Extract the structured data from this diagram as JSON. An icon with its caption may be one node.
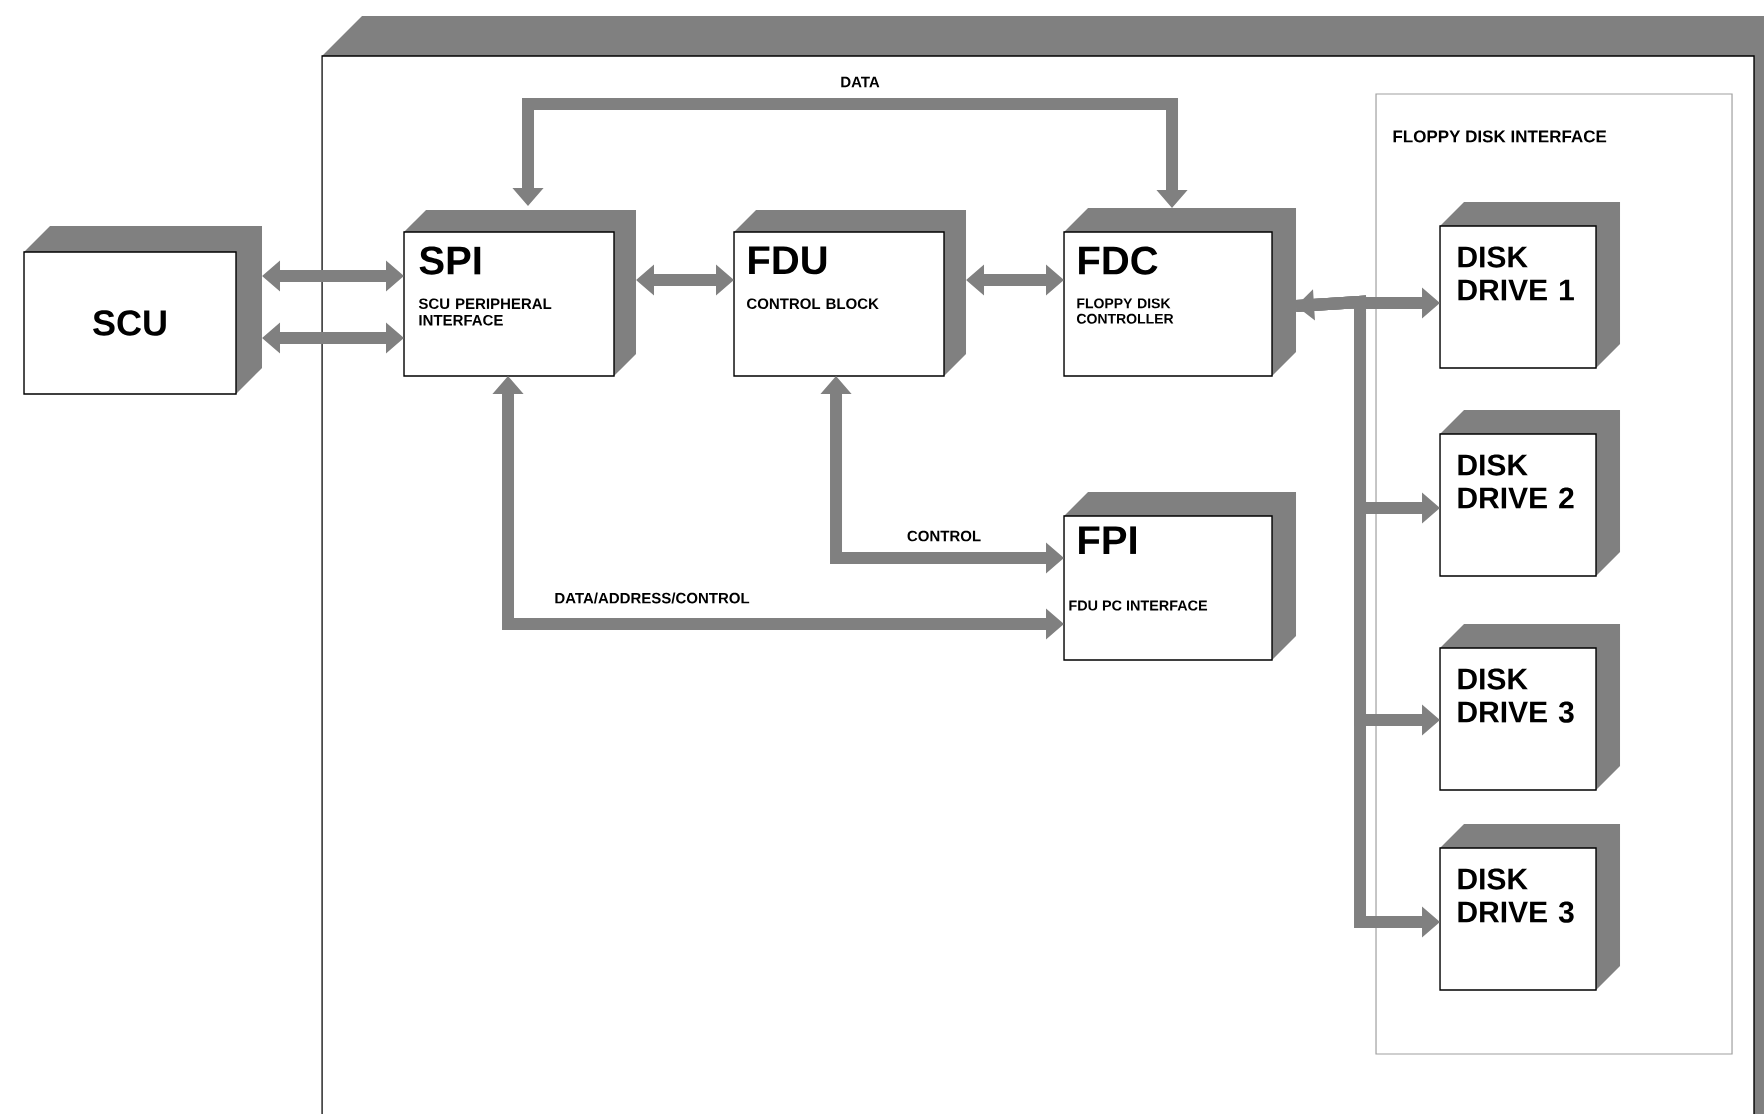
{
  "diagram": {
    "nodes": [
      {
        "text": [
          "SCU"
        ]
      },
      {
        "text": [],
        "shape": "box"
      },
      {
        "text": [
          "SPI",
          "SCU PERIPHERAL INTERFACE"
        ],
        "in": 1
      },
      {
        "text": [
          "FDU",
          "CONTROL BLOCK"
        ],
        "in": 1
      },
      {
        "text": [
          "FDC",
          "FLOPPY DISK CONTROLLER"
        ],
        "in": 1
      },
      {
        "text": [
          "FPI",
          "FDU PC INTERFACE"
        ],
        "in": 1
      },
      {
        "text": [
          "FLOPPY DISK INTERFACE"
        ],
        "in": 1
      },
      {
        "text": [
          "DISK DRIVE 1"
        ],
        "in": 6
      },
      {
        "text": [
          "DISK DRIVE 2"
        ],
        "in": 6
      },
      {
        "text": [
          "DISK DRIVE 3"
        ],
        "in": 6
      },
      {
        "text": [
          "DISK DRIVE 3"
        ],
        "in": 6
      }
    ],
    "edges": [
      {
        "from": 0,
        "to": 2,
        "arrow": "both"
      },
      {
        "from": 0,
        "to": 2,
        "arrow": "both"
      },
      {
        "from": 2,
        "to": 3,
        "arrow": "both"
      },
      {
        "from": 3,
        "to": 4,
        "arrow": "both"
      },
      {
        "from": 2,
        "to": 4,
        "arrow": "both",
        "label": "DATA"
      },
      {
        "from": 4,
        "to": 7,
        "arrow": "both"
      },
      {
        "from": 4,
        "to": 8,
        "arrow": "to"
      },
      {
        "from": 4,
        "to": 9,
        "arrow": "to"
      },
      {
        "from": 4,
        "to": 10,
        "arrow": "to"
      },
      {
        "from": 3,
        "to": 5,
        "arrow": "both",
        "label": "CONTROL"
      },
      {
        "from": 2,
        "to": 5,
        "arrow": "both",
        "label": "DATA/ADDRESS/CONTROL"
      }
    ]
  }
}
